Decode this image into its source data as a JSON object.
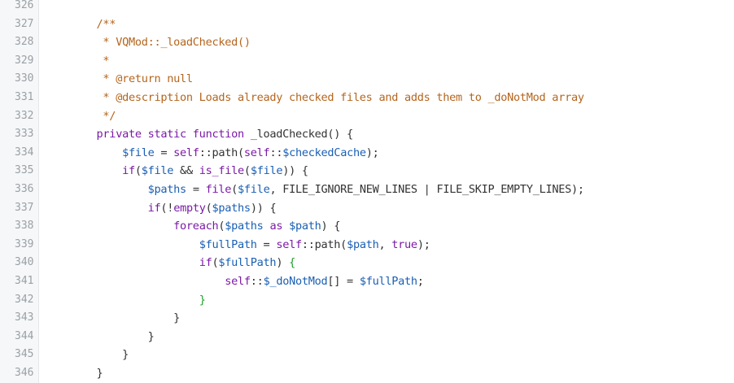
{
  "editor": {
    "line_numbers": [
      "326",
      "327",
      "328",
      "329",
      "330",
      "331",
      "332",
      "333",
      "334",
      "335",
      "336",
      "337",
      "338",
      "339",
      "340",
      "341",
      "342",
      "343",
      "344",
      "345",
      "346"
    ],
    "lines": [
      [],
      [
        {
          "t": "    /**",
          "c": "comment"
        }
      ],
      [
        {
          "t": "     * VQMod::_loadChecked()",
          "c": "comment"
        }
      ],
      [
        {
          "t": "     *",
          "c": "comment"
        }
      ],
      [
        {
          "t": "     * @return null",
          "c": "comment"
        }
      ],
      [
        {
          "t": "     * @description Loads already checked files and adds them to _doNotMod array",
          "c": "comment"
        }
      ],
      [
        {
          "t": "     */",
          "c": "comment"
        }
      ],
      [
        {
          "t": "    private static function ",
          "c": "kw"
        },
        {
          "t": "_loadChecked() {",
          "c": "plain"
        }
      ],
      [
        {
          "t": "        ",
          "c": "plain"
        },
        {
          "t": "$file",
          "c": "var"
        },
        {
          "t": " = ",
          "c": "plain"
        },
        {
          "t": "self",
          "c": "kw"
        },
        {
          "t": "::",
          "c": "plain"
        },
        {
          "t": "path(",
          "c": "plain"
        },
        {
          "t": "self",
          "c": "kw"
        },
        {
          "t": "::",
          "c": "plain"
        },
        {
          "t": "$checkedCache",
          "c": "var"
        },
        {
          "t": ");",
          "c": "plain"
        }
      ],
      [
        {
          "t": "        ",
          "c": "plain"
        },
        {
          "t": "if",
          "c": "kw"
        },
        {
          "t": "(",
          "c": "plain"
        },
        {
          "t": "$file",
          "c": "var"
        },
        {
          "t": " && ",
          "c": "plain"
        },
        {
          "t": "is_file",
          "c": "kw"
        },
        {
          "t": "(",
          "c": "plain"
        },
        {
          "t": "$file",
          "c": "var"
        },
        {
          "t": ")) {",
          "c": "plain"
        }
      ],
      [
        {
          "t": "            ",
          "c": "plain"
        },
        {
          "t": "$paths",
          "c": "var"
        },
        {
          "t": " = ",
          "c": "plain"
        },
        {
          "t": "file",
          "c": "kw"
        },
        {
          "t": "(",
          "c": "plain"
        },
        {
          "t": "$file",
          "c": "var"
        },
        {
          "t": ", FILE_IGNORE_NEW_LINES | FILE_SKIP_EMPTY_LINES);",
          "c": "plain"
        }
      ],
      [
        {
          "t": "            ",
          "c": "plain"
        },
        {
          "t": "if",
          "c": "kw"
        },
        {
          "t": "(!",
          "c": "plain"
        },
        {
          "t": "empty",
          "c": "kw"
        },
        {
          "t": "(",
          "c": "plain"
        },
        {
          "t": "$paths",
          "c": "var"
        },
        {
          "t": ")) {",
          "c": "plain"
        }
      ],
      [
        {
          "t": "                ",
          "c": "plain"
        },
        {
          "t": "foreach",
          "c": "kw"
        },
        {
          "t": "(",
          "c": "plain"
        },
        {
          "t": "$paths",
          "c": "var"
        },
        {
          "t": " as ",
          "c": "kw"
        },
        {
          "t": "$path",
          "c": "var"
        },
        {
          "t": ") {",
          "c": "plain"
        }
      ],
      [
        {
          "t": "                    ",
          "c": "plain"
        },
        {
          "t": "$fullPath",
          "c": "var"
        },
        {
          "t": " = ",
          "c": "plain"
        },
        {
          "t": "self",
          "c": "kw"
        },
        {
          "t": "::",
          "c": "plain"
        },
        {
          "t": "path(",
          "c": "plain"
        },
        {
          "t": "$path",
          "c": "var"
        },
        {
          "t": ", ",
          "c": "plain"
        },
        {
          "t": "true",
          "c": "kw"
        },
        {
          "t": ");",
          "c": "plain"
        }
      ],
      [
        {
          "t": "                    ",
          "c": "plain"
        },
        {
          "t": "if",
          "c": "kw"
        },
        {
          "t": "(",
          "c": "plain"
        },
        {
          "t": "$fullPath",
          "c": "var"
        },
        {
          "t": ") ",
          "c": "plain"
        },
        {
          "t": "{",
          "c": "green"
        }
      ],
      [
        {
          "t": "                        ",
          "c": "plain"
        },
        {
          "t": "self",
          "c": "kw"
        },
        {
          "t": "::",
          "c": "plain"
        },
        {
          "t": "$_doNotMod",
          "c": "var"
        },
        {
          "t": "[] = ",
          "c": "plain"
        },
        {
          "t": "$fullPath",
          "c": "var"
        },
        {
          "t": ";",
          "c": "plain"
        }
      ],
      [
        {
          "t": "                    ",
          "c": "plain"
        },
        {
          "t": "}",
          "c": "green"
        }
      ],
      [
        {
          "t": "                }",
          "c": "plain"
        }
      ],
      [
        {
          "t": "            }",
          "c": "plain"
        }
      ],
      [
        {
          "t": "        }",
          "c": "plain"
        }
      ],
      [
        {
          "t": "    }",
          "c": "plain"
        }
      ]
    ]
  },
  "colors": {
    "comment": "#b5651d",
    "keyword": "#7a1aa6",
    "variable": "#1a5fb4",
    "plain": "#333333",
    "green": "#22a02a",
    "gutter_bg": "#f6f7f8",
    "line_number": "#9aa0a6"
  }
}
